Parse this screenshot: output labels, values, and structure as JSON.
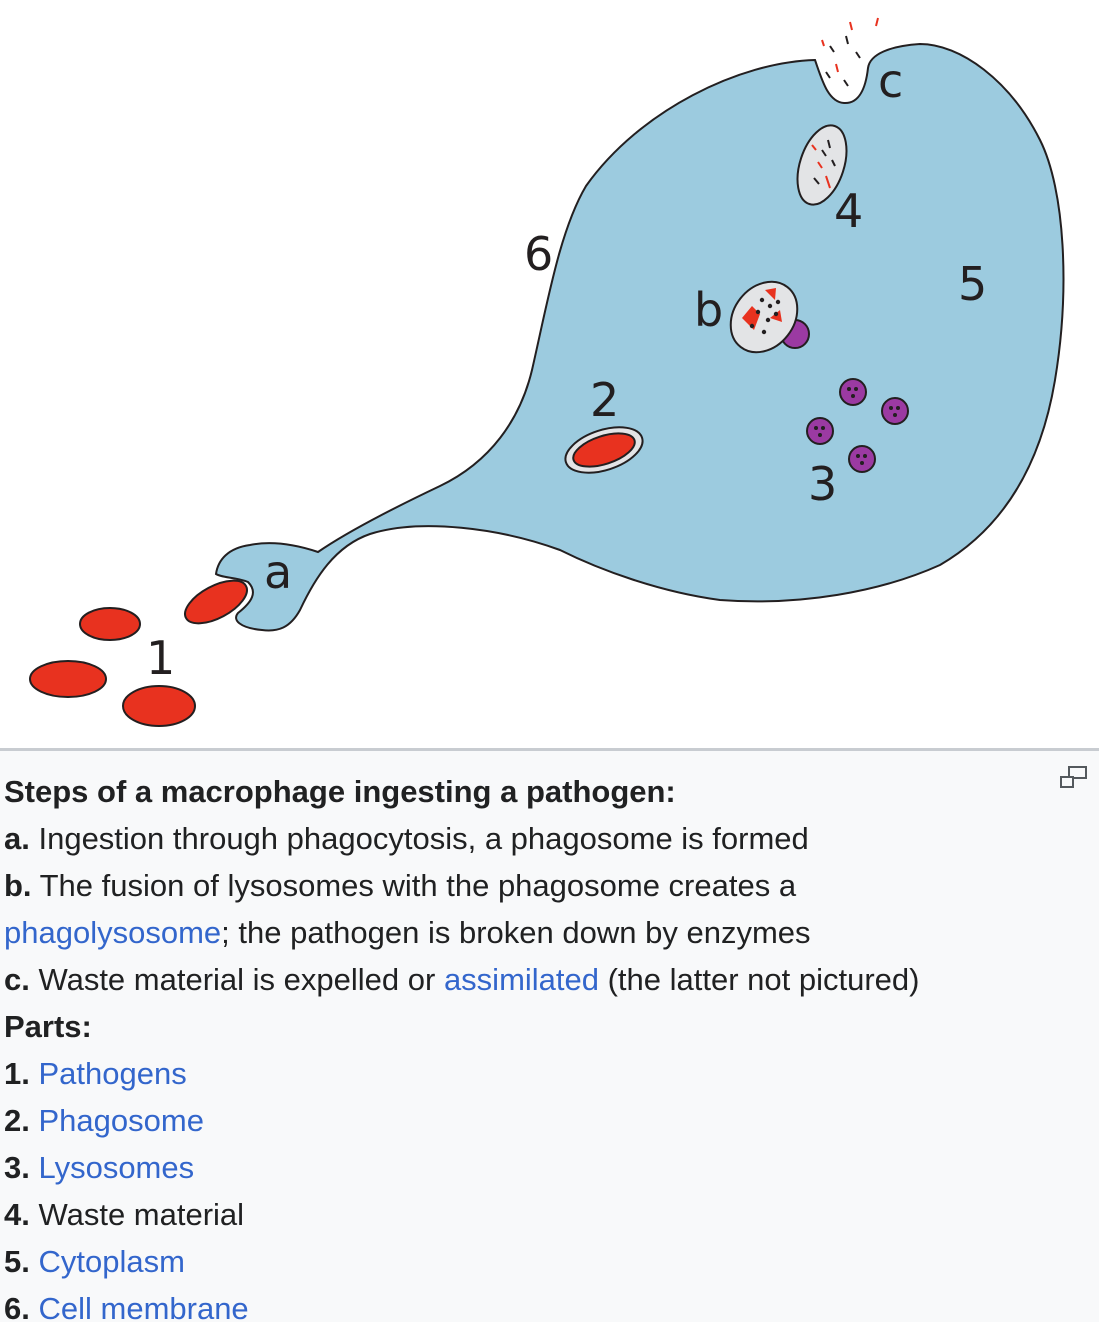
{
  "diagram": {
    "labels": {
      "a": "a",
      "b": "b",
      "c": "c",
      "n1": "1",
      "n2": "2",
      "n3": "3",
      "n4": "4",
      "n5": "5",
      "n6": "6"
    },
    "colors": {
      "cytoplasm": "#9ccbdf",
      "outline": "#231f20",
      "pathogen": "#e8321f",
      "lysosome": "#9b3aa2",
      "vesicle": "#e3e4e6"
    }
  },
  "caption": {
    "heading": "Steps of a macrophage ingesting a pathogen:",
    "steps": [
      {
        "key": "a.",
        "text": " Ingestion through phagocytosis, a phagosome is formed"
      },
      {
        "key": "b.",
        "text": " The fusion of lysosomes with the phagosome creates a"
      },
      {
        "link": "phagolysosome",
        "text": "; the pathogen is broken down by enzymes"
      },
      {
        "key": "c.",
        "text_before": " Waste material is expelled or ",
        "link": "assimilated",
        "text_after": " (the latter not pictured)"
      }
    ],
    "parts_heading": "Parts:",
    "parts": [
      {
        "num": "1.",
        "label": "Pathogens",
        "is_link": true
      },
      {
        "num": "2.",
        "label": "Phagosome",
        "is_link": true
      },
      {
        "num": "3.",
        "label": "Lysosomes",
        "is_link": true
      },
      {
        "num": "4.",
        "label": "Waste material",
        "is_link": false
      },
      {
        "num": "5.",
        "label": "Cytoplasm",
        "is_link": true
      },
      {
        "num": "6.",
        "label": "Cell membrane",
        "is_link": true
      }
    ],
    "enlarge_icon": "enlarge-icon"
  }
}
